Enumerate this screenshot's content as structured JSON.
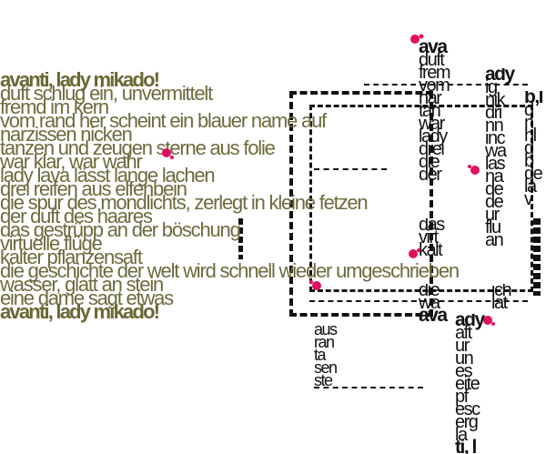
{
  "poem": {
    "title": "avanti, lady mikado!",
    "lines": [
      "duft schlug ein, unvermittelt",
      "fremd im kern",
      "vom rand her scheint ein blauer name auf",
      "narzissen nicken",
      "tanzen und zeugen sterne aus folie",
      "war klar, war wahr",
      "lady lava lässt lange lachen",
      "drei reifen aus elfenbein",
      "die spur des mondlichts, zerlegt in kleine fetzen",
      "der duft des haares",
      "das gestrüpp an der böschung",
      "virtuelle flüge",
      "kalter pflanzensaft",
      "die geschichte der welt wird schnell wieder umgeschrieben",
      "wasser, glatt an stein",
      "eine dame sagt etwas"
    ],
    "closing": "avanti, lady mikado!"
  },
  "collage": {
    "col1_head": "ava",
    "col1": [
      "duft",
      "frem",
      "vom",
      "nar",
      "tan",
      "war",
      "lady",
      "drei",
      "die",
      "der",
      "das",
      "virt",
      "kalt",
      "die",
      "wa",
      "ava"
    ],
    "col2_head": "ady",
    "col2": [
      "ig",
      "nik",
      "dri",
      "nn",
      "inc",
      "wa",
      "las",
      "na",
      "de",
      "de",
      "ur",
      "flu",
      "an",
      "ich",
      "lat"
    ],
    "col3_head": "b,l",
    "col3": [
      "d",
      "n",
      "hl",
      "d",
      "b",
      "de",
      "la",
      "v"
    ],
    "col4_head": "ady",
    "col4": [
      "aft",
      "ur",
      "un",
      "es",
      "eite",
      "pf",
      "esc",
      "erg",
      "la"
    ],
    "col4_foot": "ti, l",
    "mid": [
      "aus",
      "ran",
      "ta",
      "sen",
      "ste"
    ],
    "accent": "#e0115f",
    "text_color": "#6d6b3d"
  }
}
